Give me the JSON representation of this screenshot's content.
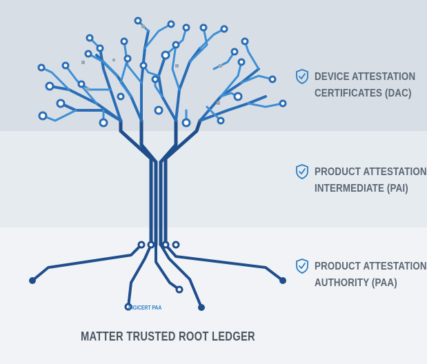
{
  "tiers": [
    {
      "line1": "DEVICE ATTESTATION",
      "line2": "CERTIFICATES (DAC)",
      "icon": "shield-check-icon"
    },
    {
      "line1": "PRODUCT ATTESTATION",
      "line2": "INTERMEDIATE (PAI)",
      "icon": "shield-check-icon"
    },
    {
      "line1": "PRODUCT ATTESTATION",
      "line2": "AUTHORITY (PAA)",
      "icon": "shield-check-icon"
    }
  ],
  "root_node_label": "DIGICERT PAA",
  "footer_title": "MATTER TRUSTED ROOT LEDGER",
  "colors": {
    "band_top": "#d7dee5",
    "band_mid": "#e6ebf0",
    "band_bottom": "#f1f3f6",
    "trunk": "#1f4e8c",
    "branch_light": "#3d8fd6",
    "branch_mid": "#2a6db5",
    "text": "#5a6572"
  }
}
